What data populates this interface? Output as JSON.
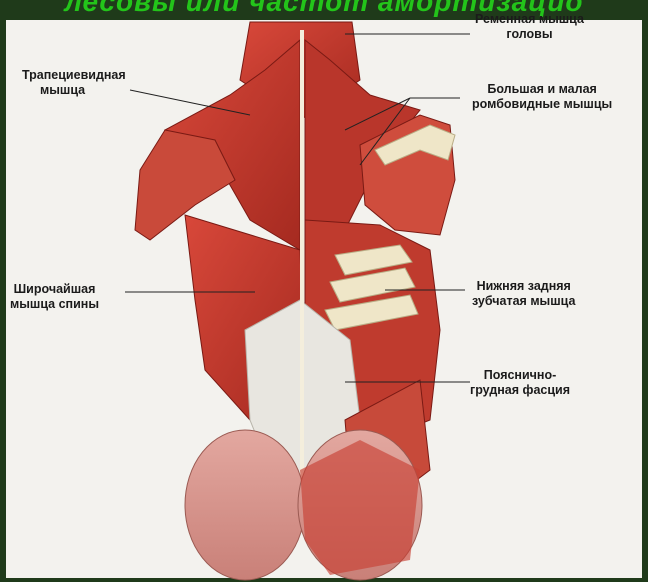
{
  "banner_text": "лесовы или частот амортизацио",
  "labels": {
    "splenius": [
      "Ременная мышца",
      "головы"
    ],
    "trapezius": [
      "Трапециевидная",
      "мышца"
    ],
    "rhomboid": [
      "Большая и малая",
      "ромбовидные мышцы"
    ],
    "latissimus": [
      "Широчайшая",
      "мышца спины"
    ],
    "serratus": [
      "Нижняя задняя",
      "зубчатая мышца"
    ],
    "fascia": [
      "Пояснично-",
      "грудная фасция"
    ]
  },
  "colors": {
    "muscle": "#c73a2e",
    "muscle_dark": "#8e1f18",
    "tendon": "#efe6c8",
    "fascia": "#e8e6e0",
    "banner": "#23c41a",
    "background": "#f3f2ee"
  }
}
